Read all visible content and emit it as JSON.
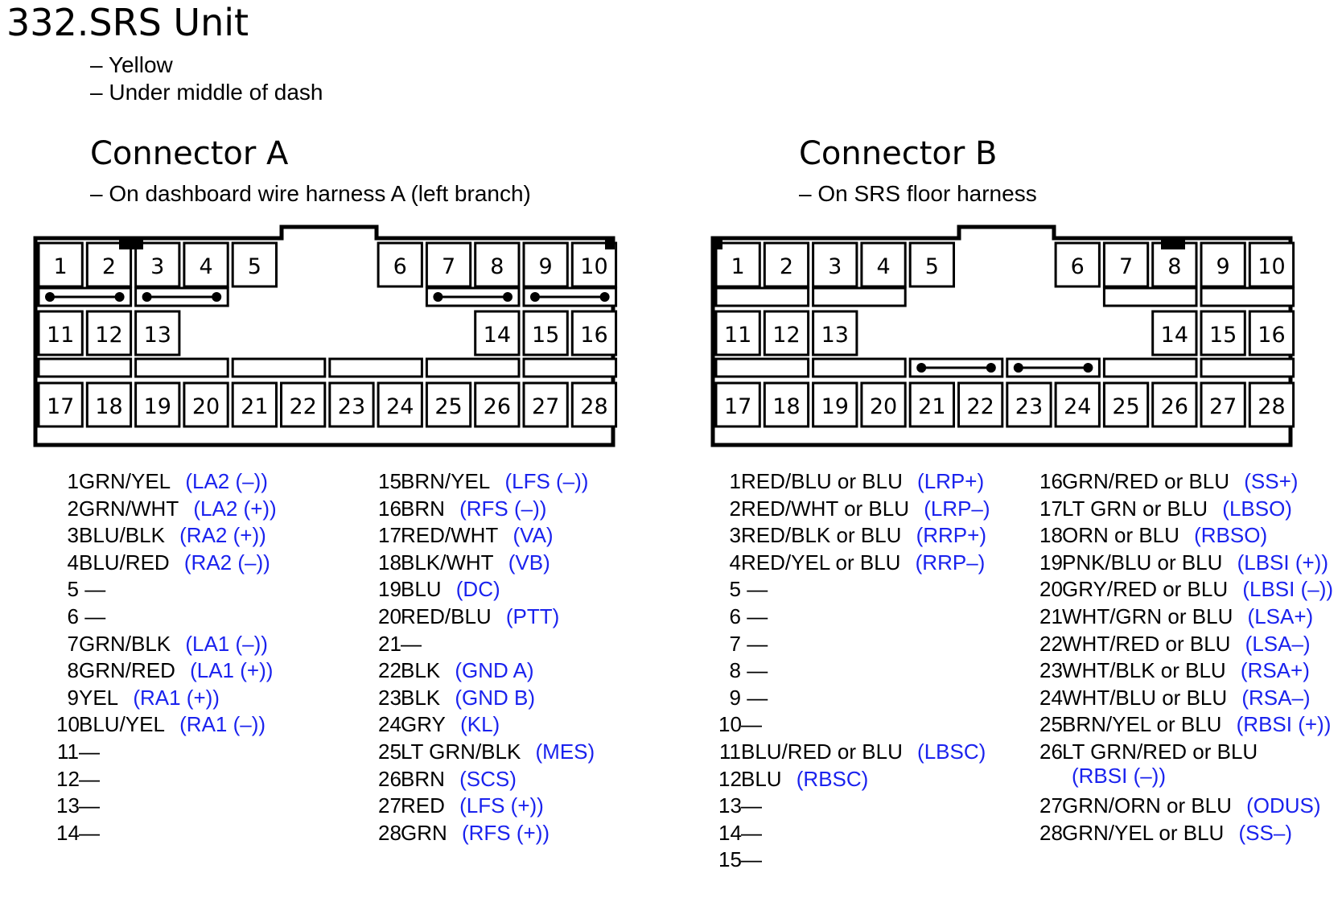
{
  "title": "332.SRS Unit",
  "notes": [
    "– Yellow",
    "– Under middle of dash"
  ],
  "connectors": [
    {
      "title": "Connector A",
      "subtitle": "– On dashboard wire harness A (left branch)",
      "pin_numbers": [
        "1",
        "2",
        "3",
        "4",
        "5",
        "6",
        "7",
        "8",
        "9",
        "10",
        "11",
        "12",
        "13",
        "14",
        "15",
        "16",
        "17",
        "18",
        "19",
        "20",
        "21",
        "22",
        "23",
        "24",
        "25",
        "26",
        "27",
        "28"
      ],
      "pins": [
        {
          "num": "1",
          "wire": "GRN/YEL",
          "signal": "(LA2 (–))"
        },
        {
          "num": "2",
          "wire": "GRN/WHT",
          "signal": "(LA2 (+))"
        },
        {
          "num": "3",
          "wire": "BLU/BLK",
          "signal": "(RA2 (+))"
        },
        {
          "num": "4",
          "wire": "BLU/RED",
          "signal": "(RA2 (–))"
        },
        {
          "num": "5",
          "wire": " —",
          "signal": ""
        },
        {
          "num": "6",
          "wire": " —",
          "signal": ""
        },
        {
          "num": "7",
          "wire": "GRN/BLK",
          "signal": "(LA1 (–))"
        },
        {
          "num": "8",
          "wire": "GRN/RED",
          "signal": "(LA1 (+))"
        },
        {
          "num": "9",
          "wire": "YEL",
          "signal": "(RA1 (+))"
        },
        {
          "num": "10",
          "wire": "BLU/YEL",
          "signal": "(RA1 (–))"
        },
        {
          "num": "11",
          "wire": "—",
          "signal": ""
        },
        {
          "num": "12",
          "wire": "—",
          "signal": ""
        },
        {
          "num": "13",
          "wire": "—",
          "signal": ""
        },
        {
          "num": "14",
          "wire": "—",
          "signal": ""
        },
        {
          "num": "15",
          "wire": "BRN/YEL",
          "signal": "(LFS (–))"
        },
        {
          "num": "16",
          "wire": "BRN",
          "signal": "(RFS (–))"
        },
        {
          "num": "17",
          "wire": "RED/WHT",
          "signal": "(VA)"
        },
        {
          "num": "18",
          "wire": "BLK/WHT",
          "signal": "(VB)"
        },
        {
          "num": "19",
          "wire": "BLU",
          "signal": "(DC)"
        },
        {
          "num": "20",
          "wire": "RED/BLU",
          "signal": "(PTT)"
        },
        {
          "num": "21",
          "wire": "—",
          "signal": ""
        },
        {
          "num": "22",
          "wire": "BLK",
          "signal": "(GND A)"
        },
        {
          "num": "23",
          "wire": "BLK",
          "signal": "(GND B)"
        },
        {
          "num": "24",
          "wire": "GRY",
          "signal": "(KL)"
        },
        {
          "num": "25",
          "wire": "LT GRN/BLK",
          "signal": "(MES)"
        },
        {
          "num": "26",
          "wire": "BRN",
          "signal": "(SCS)"
        },
        {
          "num": "27",
          "wire": "RED",
          "signal": "(LFS (+))"
        },
        {
          "num": "28",
          "wire": "GRN",
          "signal": "(RFS (+))"
        }
      ]
    },
    {
      "title": "Connector B",
      "subtitle": "– On SRS floor harness",
      "pin_numbers": [
        "1",
        "2",
        "3",
        "4",
        "5",
        "6",
        "7",
        "8",
        "9",
        "10",
        "11",
        "12",
        "13",
        "14",
        "15",
        "16",
        "17",
        "18",
        "19",
        "20",
        "21",
        "22",
        "23",
        "24",
        "25",
        "26",
        "27",
        "28"
      ],
      "pins": [
        {
          "num": "1",
          "wire": "RED/BLU or BLU",
          "signal": "(LRP+)"
        },
        {
          "num": "2",
          "wire": "RED/WHT or BLU",
          "signal": "(LRP–)"
        },
        {
          "num": "3",
          "wire": "RED/BLK or BLU",
          "signal": "(RRP+)"
        },
        {
          "num": "4",
          "wire": "RED/YEL or BLU",
          "signal": "(RRP–)"
        },
        {
          "num": "5",
          "wire": " —",
          "signal": ""
        },
        {
          "num": "6",
          "wire": " —",
          "signal": ""
        },
        {
          "num": "7",
          "wire": " —",
          "signal": ""
        },
        {
          "num": "8",
          "wire": " —",
          "signal": ""
        },
        {
          "num": "9",
          "wire": " —",
          "signal": ""
        },
        {
          "num": "10",
          "wire": "—",
          "signal": ""
        },
        {
          "num": "11",
          "wire": "BLU/RED or BLU",
          "signal": "(LBSC)"
        },
        {
          "num": "12",
          "wire": "BLU",
          "signal": "(RBSC)"
        },
        {
          "num": "13",
          "wire": "—",
          "signal": ""
        },
        {
          "num": "14",
          "wire": "—",
          "signal": ""
        },
        {
          "num": "15",
          "wire": "—",
          "signal": ""
        },
        {
          "num": "16",
          "wire": "GRN/RED or BLU",
          "signal": "(SS+)"
        },
        {
          "num": "17",
          "wire": "LT GRN or BLU",
          "signal": "(LBSO)"
        },
        {
          "num": "18",
          "wire": "ORN or BLU",
          "signal": "(RBSO)"
        },
        {
          "num": "19",
          "wire": "PNK/BLU or BLU",
          "signal": "(LBSI (+))"
        },
        {
          "num": "20",
          "wire": "GRY/RED or BLU",
          "signal": "(LBSI (–))"
        },
        {
          "num": "21",
          "wire": "WHT/GRN or BLU",
          "signal": "(LSA+)"
        },
        {
          "num": "22",
          "wire": "WHT/RED or BLU",
          "signal": "(LSA–)"
        },
        {
          "num": "23",
          "wire": "WHT/BLK or BLU",
          "signal": "(RSA+)"
        },
        {
          "num": "24",
          "wire": "WHT/BLU or BLU",
          "signal": "(RSA–)"
        },
        {
          "num": "25",
          "wire": "BRN/YEL or BLU",
          "signal": "(RBSI (+))"
        },
        {
          "num": "26",
          "wire": "LT GRN/RED or BLU",
          "signal": "(RBSI (–))"
        },
        {
          "num": "27",
          "wire": "GRN/ORN or BLU",
          "signal": "(ODUS)"
        },
        {
          "num": "28",
          "wire": "GRN/YEL or BLU",
          "signal": "(SS–)"
        }
      ]
    }
  ]
}
